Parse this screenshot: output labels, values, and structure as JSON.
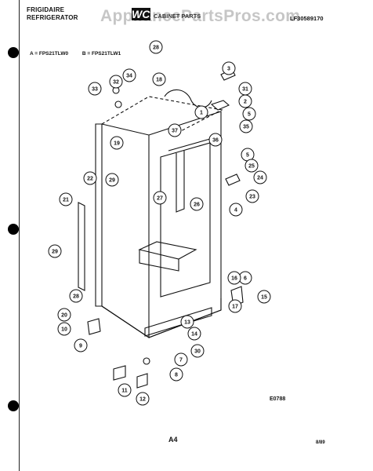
{
  "header": {
    "brand_line1": "FRIGIDAIRE",
    "brand_line2": "REFRIGERATOR",
    "logo_text": "WCI",
    "subtitle": "CABINET PARTS",
    "watermark": "AppliancePartsPros.com",
    "doc_number": "LF30589170"
  },
  "legend": {
    "a": "A = FPS21TLW0",
    "b": "B = FPS21TLW1"
  },
  "callouts": [
    "1",
    "2",
    "3",
    "4",
    "5",
    "5",
    "6",
    "7",
    "8",
    "9",
    "10",
    "11",
    "12",
    "13",
    "14",
    "15",
    "16",
    "17",
    "19",
    "20",
    "21",
    "22",
    "23",
    "24",
    "25",
    "26",
    "27",
    "28",
    "28",
    "29",
    "29",
    "30",
    "31",
    "32",
    "33",
    "34",
    "35",
    "36",
    "37",
    "18"
  ],
  "footer": {
    "drawing_code": "E0788",
    "page_label": "A4",
    "date": "8/89"
  },
  "colors": {
    "ink": "#111111",
    "watermark": "#bdbdbd",
    "paper": "#ffffff"
  }
}
